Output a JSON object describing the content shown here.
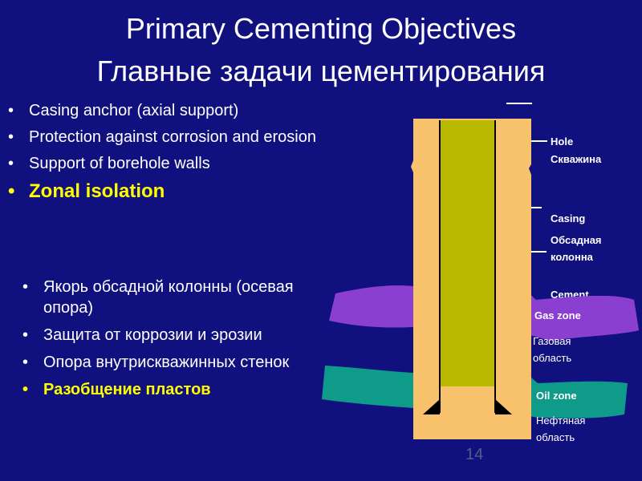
{
  "title": {
    "en": "Primary Cementing Objectives",
    "ru": "Главные задачи цементирования"
  },
  "bullets_en": [
    {
      "text": "Casing anchor (axial support)",
      "highlight": false
    },
    {
      "text": "Protection against corrosion and erosion",
      "highlight": false
    },
    {
      "text": "Support of borehole walls",
      "highlight": false
    },
    {
      "text": "Zonal isolation",
      "highlight": true
    }
  ],
  "bullets_ru": [
    {
      "text": "Якорь обсадной колонны (осевая опора)",
      "highlight": false
    },
    {
      "text": "Защита от коррозии и эрозии",
      "highlight": false
    },
    {
      "text": "Опора внутрискважинных стенок",
      "highlight": false
    },
    {
      "text": "Разобщение пластов",
      "highlight": true
    }
  ],
  "diagram": {
    "hole_en": "Hole",
    "hole_ru": "Скважина",
    "casing_en": "Casing",
    "casing_ru_1": "Обсадная",
    "casing_ru_2": "колонна",
    "cement_en": "Cement",
    "gas_en": "Gas zone",
    "gas_ru_1": "Газовая",
    "gas_ru_2": "область",
    "oil_en": "Oil zone",
    "oil_ru_1": "Нефтяная",
    "oil_ru_2": "область"
  },
  "colors": {
    "background": "#10107e",
    "cement": "#f7c26b",
    "casing_fill": "#b8b800",
    "gas_zone": "#8a3fd1",
    "oil_zone": "#0f9b8a",
    "highlight_text": "#ffff00"
  },
  "page_number": "14"
}
